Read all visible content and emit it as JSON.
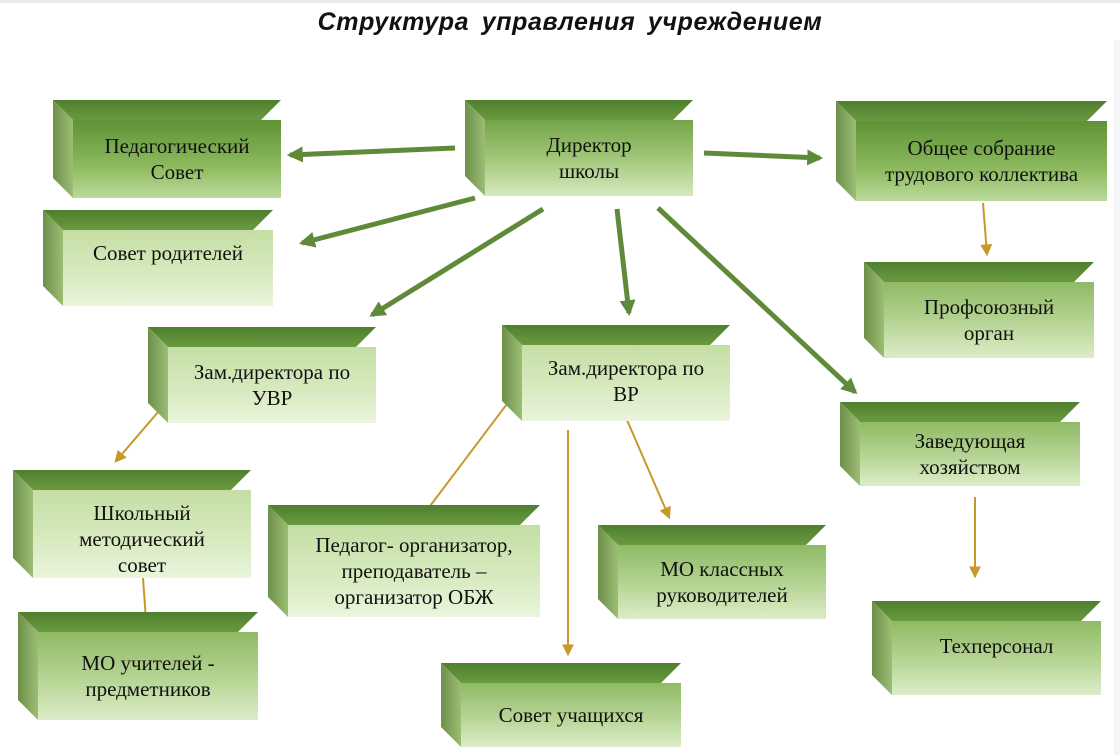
{
  "title": "Структура  управления  учреждением",
  "nodes": {
    "director": "Директор\nшколы",
    "ped_council": "Педагогический\nСовет",
    "general_meeting": "Общее собрание\nтрудового коллектива",
    "parents_council": "Совет  родителей",
    "trade_union": "Профсоюзный\nорган",
    "deputy_uvr": "Зам.директора  по\nУВР",
    "deputy_vr": "Зам.директора  по\nВР",
    "housekeeping": "Заведующая\nхозяйством",
    "method_council": "Школьный\nметодический\nсовет",
    "organizer": "Педагог- организатор,\nпреподаватель –\nорганизатор  ОБЖ",
    "class_leaders": "МО классных\nруководителей",
    "subject_teachers": "МО  учителей -\nпредметников",
    "students_council": "Совет  учащихся",
    "tech_staff": "Техперсонал"
  },
  "colors": {
    "primary_arrow": "#5f8a3a",
    "secondary_arrow": "#c69a2a",
    "box_top": "#4e7f2e",
    "box_face": "#a6ca7f"
  }
}
